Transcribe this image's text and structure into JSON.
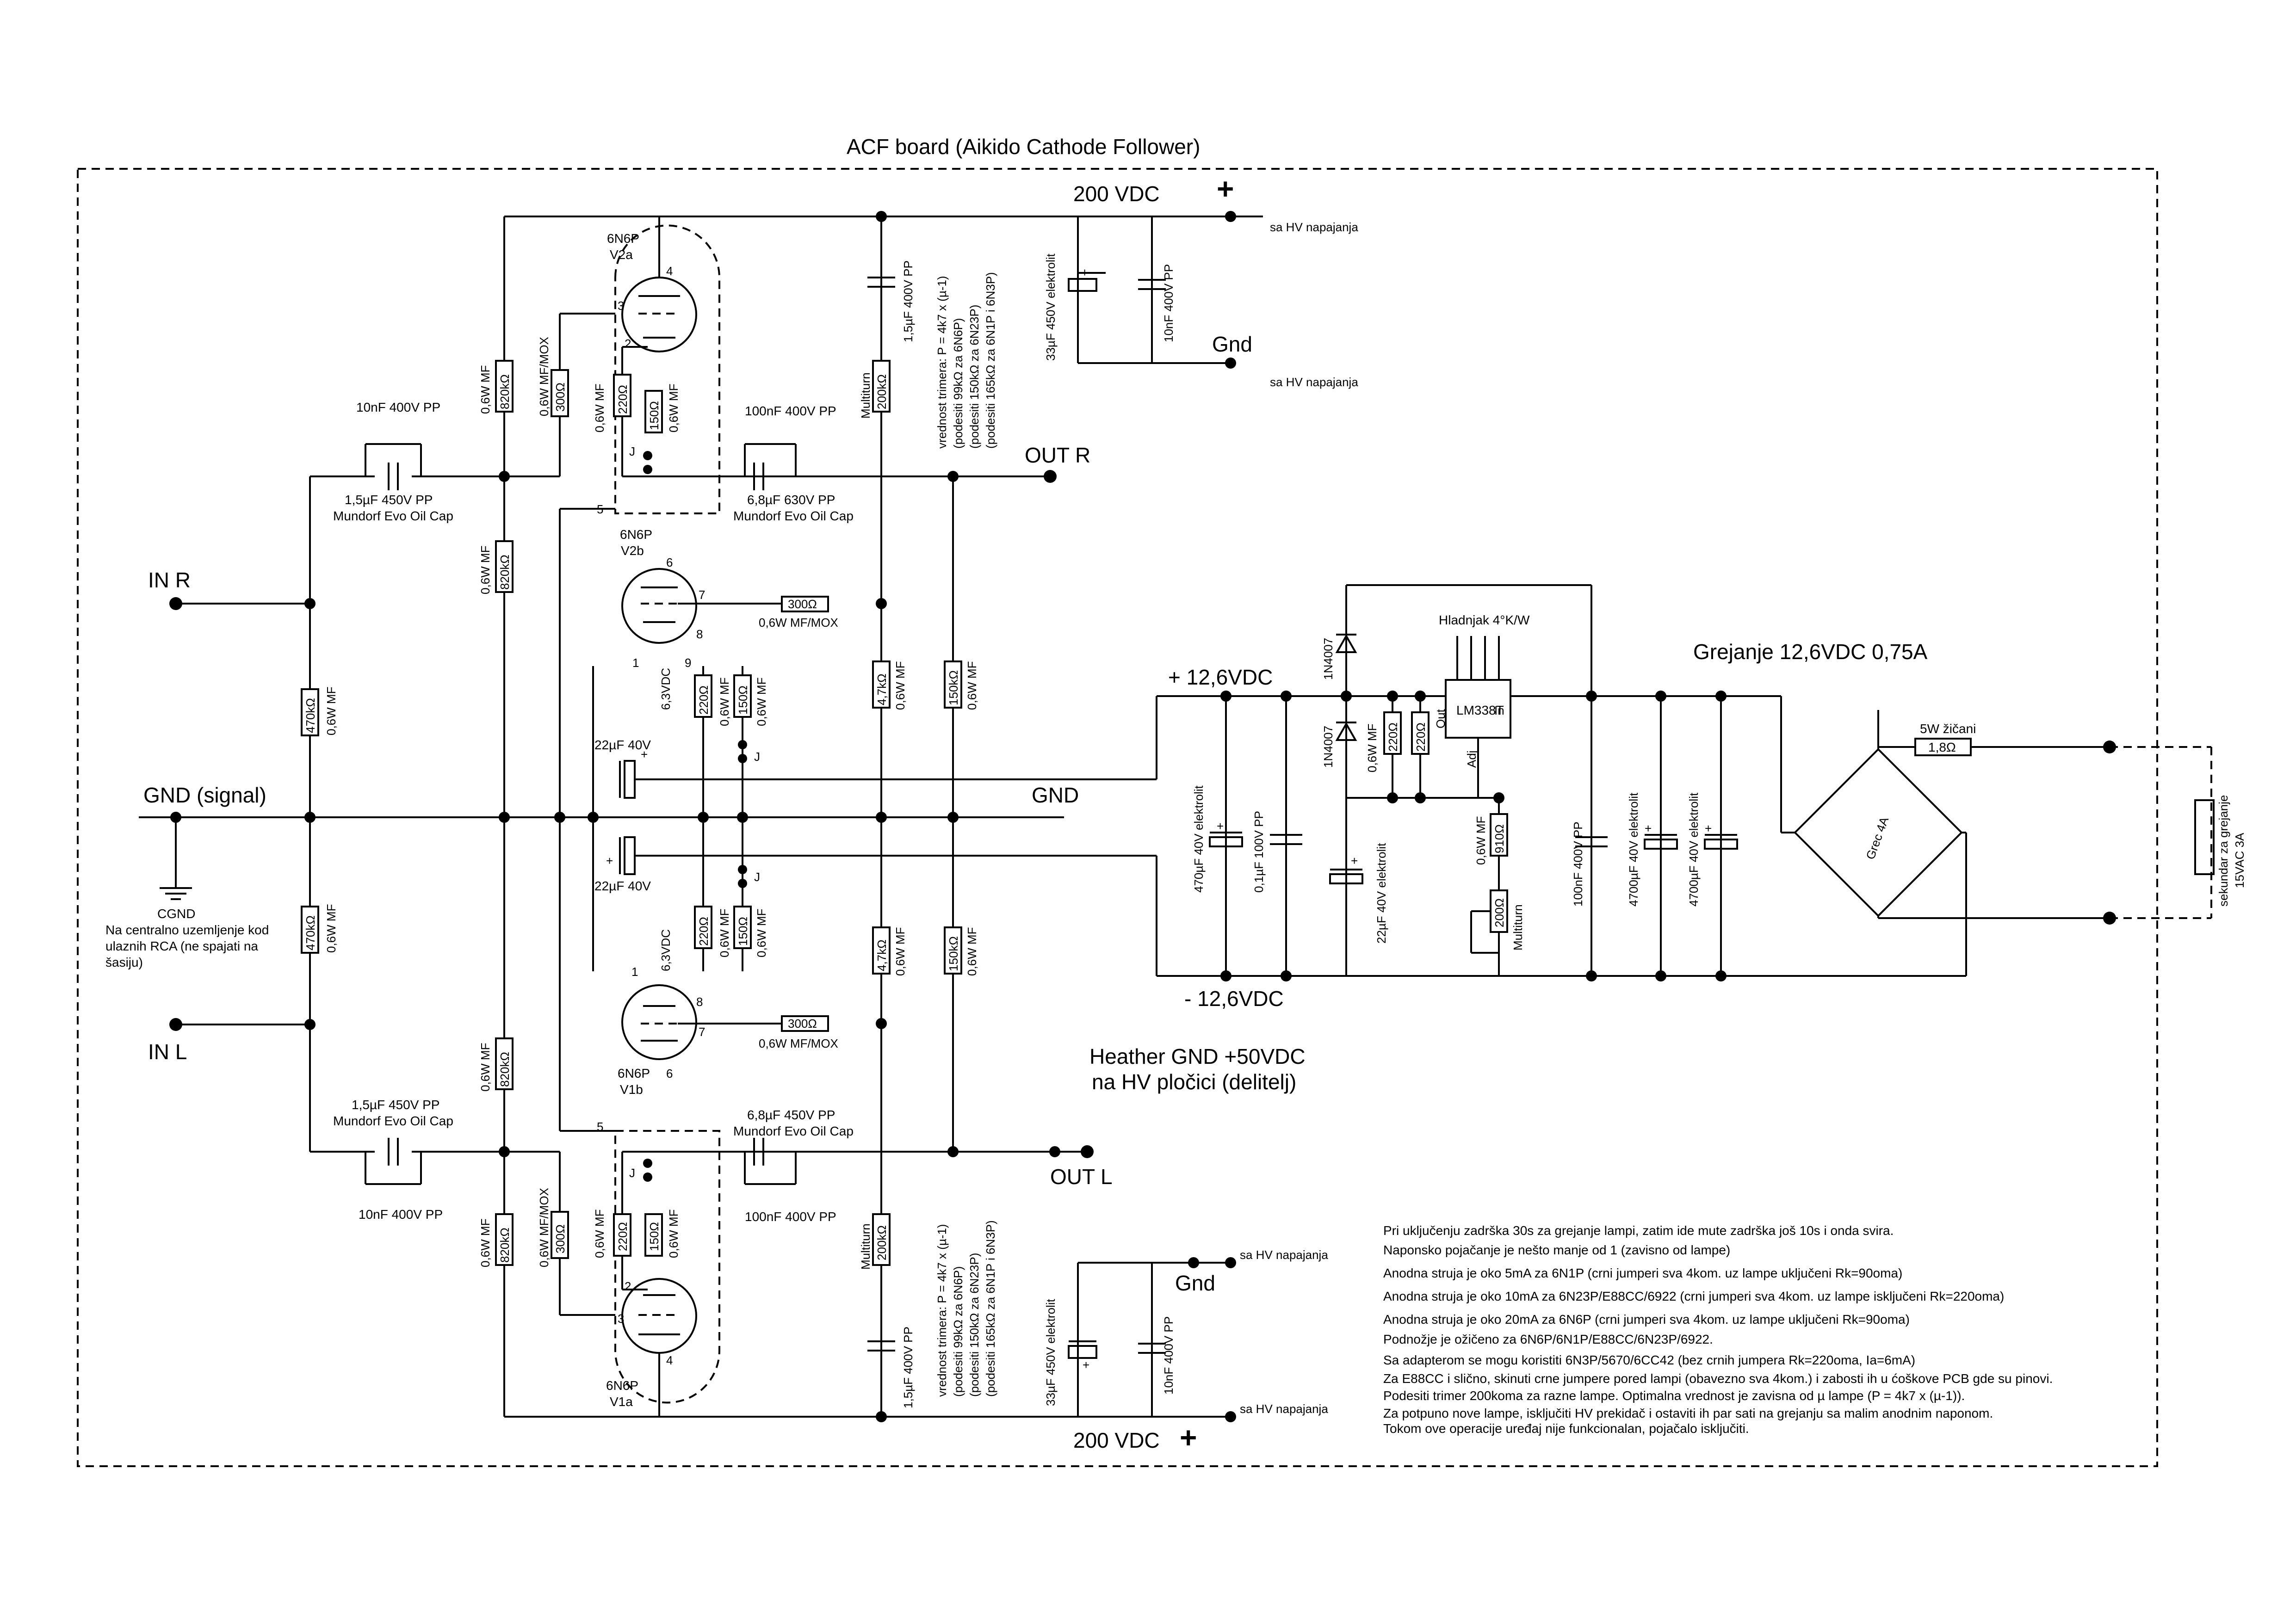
{
  "title": "ACF board  (Aikido Cathode Follower)",
  "rails": {
    "hv_top": "200 VDC",
    "hv_bottom": "200 VDC",
    "plus": "+",
    "gnd": "Gnd",
    "hv_supply": "sa HV napajanja",
    "heater_plus": "+ 12,6VDC",
    "heater_minus": "- 12,6VDC",
    "heather_gnd_1": "Heather GND +50VDC",
    "heather_gnd_2": "na HV pločici (delitelj)",
    "gnd_bus": "GND",
    "gnd_signal": "GND (signal)"
  },
  "io": {
    "in_r": "IN R",
    "in_l": "IN L",
    "out_r": "OUT R",
    "out_l": "OUT L",
    "cgnd": "CGND",
    "cgnd_note": [
      "Na centralno uzemljenje kod",
      "ulaznih RCA (ne spajati na",
      "šasiju)"
    ]
  },
  "tubes": {
    "v2a": [
      "6N6P",
      "V2a"
    ],
    "v2b": [
      "6N6P",
      "V2b"
    ],
    "v1b": [
      "6N6P",
      "V1b"
    ],
    "v1a": [
      "6N6P",
      "V1a"
    ],
    "heater_v": "6,3VDC",
    "pins": {
      "p1": "1",
      "p2": "2",
      "p3": "3",
      "p4": "4",
      "p5": "5",
      "p6": "6",
      "p7": "7",
      "p8": "8",
      "p9": "9"
    }
  },
  "parts": {
    "r820": "820kΩ",
    "r470": "470kΩ",
    "r300": "300Ω",
    "r220": "220Ω",
    "r150": "150Ω",
    "r4k7": "4,7kΩ",
    "r150k": "150kΩ",
    "r200k": "200kΩ",
    "multiturn": "Multiturn",
    "r06mf": "0,6W MF",
    "r06mfmox": "0,6W MF/MOX",
    "c10n": "10nF 400V PP",
    "c15u": "1,5µF 450V PP",
    "mundorf": "Mundorf Evo Oil Cap",
    "c100n": "100nF 400V PP",
    "c68u": "6,8µF 630V PP",
    "c68u_l": "6,8µF 450V PP",
    "c15u400": "1,5µF 400V PP",
    "c33u": "33µF 450V elektrolit",
    "c22u": "22µF 40V",
    "jumper": "J",
    "trim_note": [
      "vrednost trimera: P = 4k7 x (µ-1)",
      "(podesiti 99kΩ za 6N6P)",
      "(podesiti 150kΩ za 6N23P)",
      "(podesiti 165kΩ za 6N1P i 6N3P)"
    ]
  },
  "heater_supply": {
    "title": "Grejanje  12,6VDC  0,75A",
    "heatsink": "Hladnjak 4°K/W",
    "regulator": "LM338T",
    "pin_out": "Out",
    "pin_in": "In",
    "pin_adj": "Adj",
    "diode": "1N4007",
    "r220": "220Ω",
    "r06mf": "0,6W MF",
    "r910": "910Ω",
    "r200": "200Ω",
    "multiturn": "Multiturn",
    "c470u": "470µF 40V elektrolit",
    "c01u": "0,1µF 100V PP",
    "c22u": "22µF 40V elektrolit",
    "c100n": "100nF 400V PP",
    "c4700u": "4700µF 40V elektrolit",
    "bridge": "Grec 4A",
    "r_wire_1": "5W žičani",
    "r_wire_2": "1,8Ω",
    "transformer": [
      "sekundar za grejanje",
      "15VAC 3A"
    ]
  },
  "notes": [
    "Pri uključenju zadrška 30s za grejanje lampi, zatim ide mute zadrška još 10s i onda svira.",
    "Naponsko pojačanje je nešto manje od 1 (zavisno od lampe)",
    "Anodna struja je oko 5mA za 6N1P (crni jumperi sva 4kom. uz lampe uključeni Rk=90oma)",
    "Anodna struja je oko 10mA za 6N23P/E88CC/6922 (crni jumperi sva 4kom. uz lampe isključeni Rk=220oma)",
    "Anodna struja je oko 20mA za 6N6P (crni jumperi sva 4kom. uz lampe uključeni Rk=90oma)",
    "Podnožje je ožičeno za 6N6P/6N1P/E88CC/6N23P/6922.",
    "Sa adapterom se mogu koristiti 6N3P/5670/6CC42 (bez crnih jumpera Rk=220oma, Ia=6mA)",
    "Za E88CC i slično, skinuti crne jumpere pored lampi (obavezno sva 4kom.) i zabosti ih u ćoškove PCB gde su pinovi.",
    "Podesiti trimer 200koma za razne lampe. Optimalna vrednost je zavisna od µ lampe (P = 4k7 x (µ-1)).",
    "Za potpuno nove lampe, isključiti HV prekidač i ostaviti ih par sati na grejanju sa malim anodnim naponom.",
    "Tokom ove operacije uređaj nije funkcionalan, pojačalo isključiti."
  ]
}
